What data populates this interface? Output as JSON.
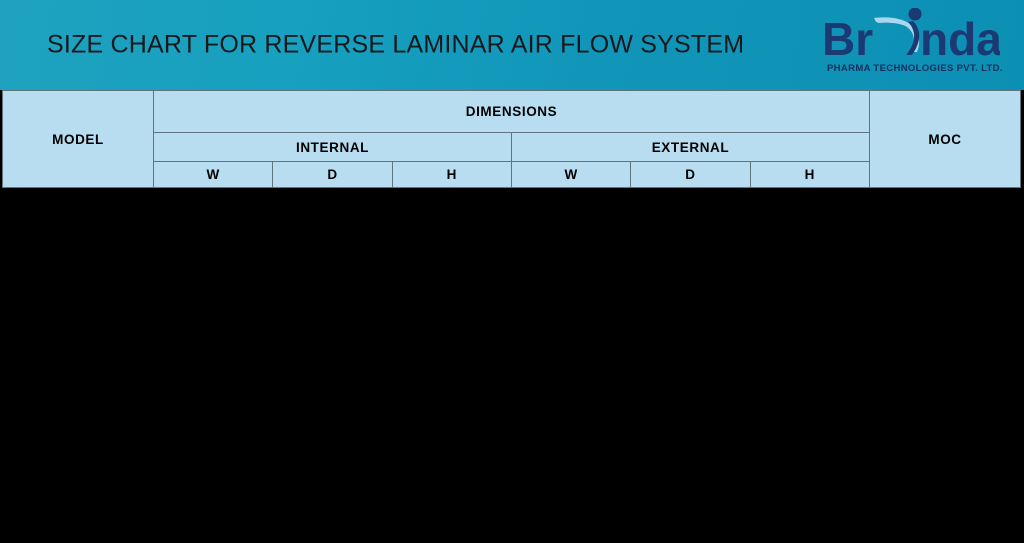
{
  "header": {
    "title": "SIZE CHART FOR REVERSE LAMINAR AIR FLOW SYSTEM",
    "band_color": "#1196b9",
    "title_color": "#15191c"
  },
  "logo": {
    "brand": "Brinda",
    "brand_part_1": "Br",
    "brand_part_2": "nda",
    "tagline": "PHARMA TECHNOLOGIES PVT. LTD.",
    "brand_color": "#1b3a73",
    "swoosh_color": "#a9d7ef"
  },
  "table": {
    "header_bg": "#b8ddf0",
    "grid_color": "#5f747e",
    "outer_border_color": "#000000",
    "columns": {
      "model": "MODEL",
      "dimensions": "DIMENSIONS",
      "internal": "INTERNAL",
      "external": "EXTERNAL",
      "moc": "MOC"
    },
    "sub_columns": {
      "internal_w": "W",
      "internal_d": "D",
      "internal_h": "H",
      "external_w": "W",
      "external_d": "D",
      "external_h": "H"
    },
    "rows": []
  }
}
